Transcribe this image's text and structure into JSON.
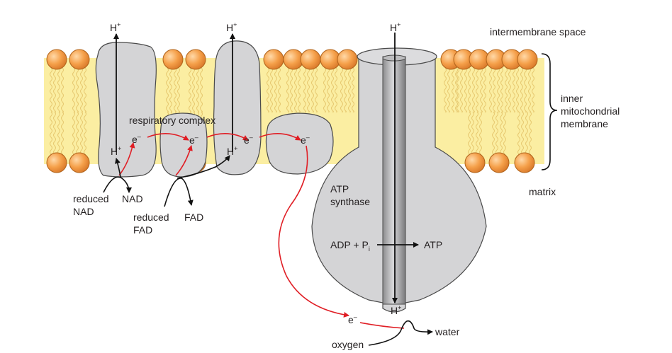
{
  "labels": {
    "h1": "H",
    "h2": "H",
    "h3": "H",
    "h4": "H",
    "h5": "H",
    "h6": "H",
    "plus": "+",
    "minus": "–",
    "e": "e",
    "intermembrane": "intermembrane space",
    "inner1": "inner",
    "inner2": "mitochondrial",
    "inner3": "membrane",
    "matrix": "matrix",
    "resp_complex": "respiratory complex",
    "reduced_nad_1": "reduced",
    "reduced_nad_2": "NAD",
    "nad": "NAD",
    "reduced_fad_1": "reduced",
    "reduced_fad_2": "FAD",
    "fad": "FAD",
    "atp_synthase_1": "ATP",
    "atp_synthase_2": "synthase",
    "adp_pi": "ADP + P",
    "pi_sub": "i",
    "atp": "ATP",
    "water": "water",
    "oxygen": "oxygen"
  },
  "colors": {
    "membrane": "#fbeea2",
    "head": "#f5a04a",
    "head_edge": "#b0631b",
    "protein": "#d4d4d6",
    "protein_edge": "#4a4a4a",
    "electron_path": "#e01e25",
    "arrow": "#111111"
  }
}
